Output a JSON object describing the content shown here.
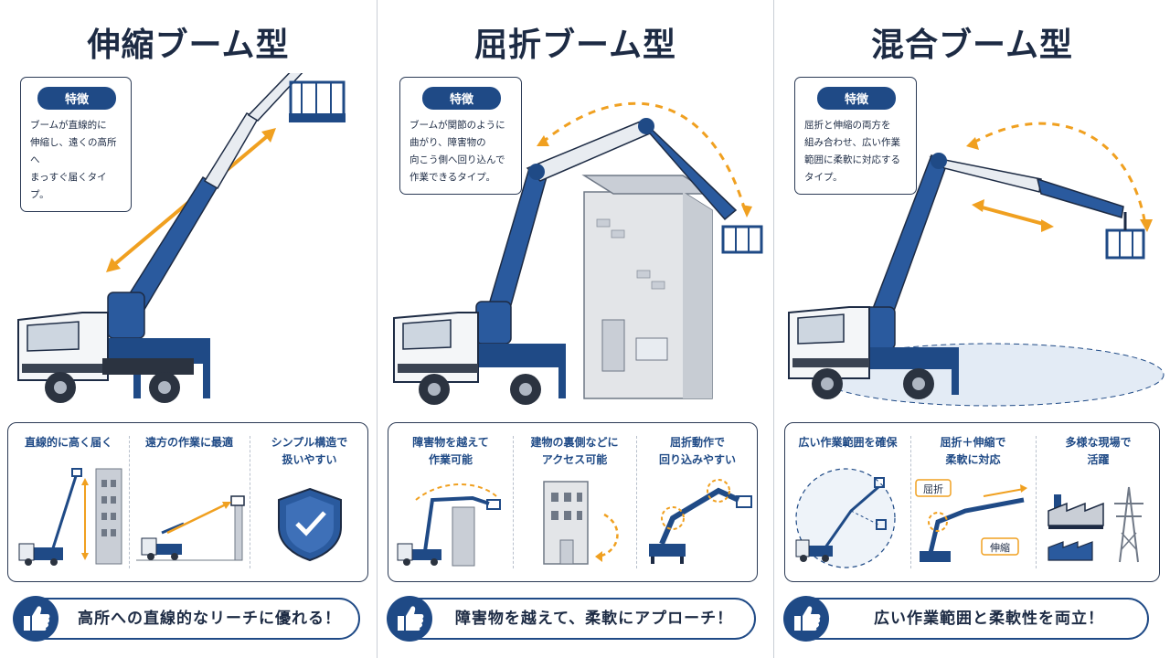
{
  "panels": [
    {
      "title": "伸縮ブーム型",
      "feature_tag": "特徴",
      "feature_text": "ブームが直線的に\n伸縮し、遠くの高所へ\nまっすぐ届くタイプ。",
      "cards": [
        "直線的に高く届く",
        "遠方の作業に最適",
        "シンプル構造で\n扱いやすい"
      ],
      "summary": "高所への直線的なリーチに優れる！"
    },
    {
      "title": "屈折ブーム型",
      "feature_tag": "特徴",
      "feature_text": "ブームが関節のように\n曲がり、障害物の\n向こう側へ回り込んで\n作業できるタイプ。",
      "cards": [
        "障害物を越えて\n作業可能",
        "建物の裏側などに\nアクセス可能",
        "屈折動作で\n回り込みやすい"
      ],
      "summary": "障害物を越えて、柔軟にアプローチ！"
    },
    {
      "title": "混合ブーム型",
      "feature_tag": "特徴",
      "feature_text": "屈折と伸縮の両方を\n組み合わせ、広い作業\n範囲に柔軟に対応する\nタイプ。",
      "cards": [
        "広い作業範囲を確保",
        "屈折＋伸縮で\n柔軟に対応",
        "多様な現場で\n活躍"
      ],
      "summary": "広い作業範囲と柔軟性を両立！",
      "tags": {
        "bend": "屈折",
        "extend": "伸縮"
      }
    }
  ],
  "colors": {
    "navy": "#1f4a86",
    "accent": "#f0a020",
    "text": "#1d2b44"
  },
  "icons": [
    "thumbs-up-icon",
    "shield-check-icon",
    "factory-icon",
    "power-tower-icon"
  ]
}
